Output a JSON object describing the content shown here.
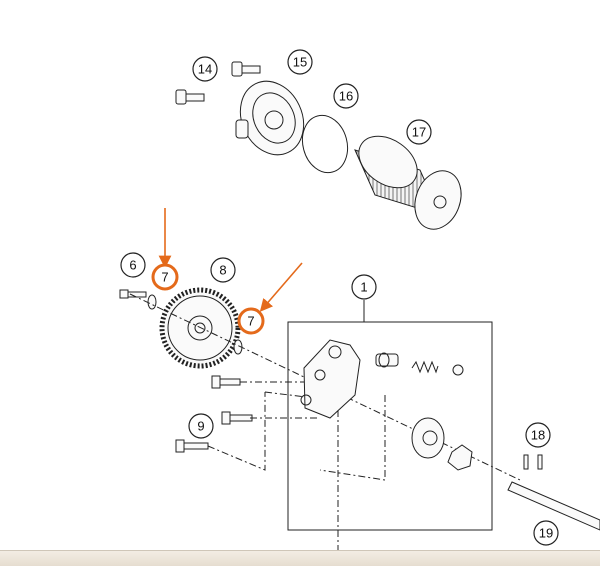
{
  "callouts": [
    "14",
    "15",
    "16",
    "17",
    "6",
    "7",
    "8",
    "7",
    "1",
    "9",
    "18",
    "19"
  ],
  "highlight_color": "#e46a1b"
}
